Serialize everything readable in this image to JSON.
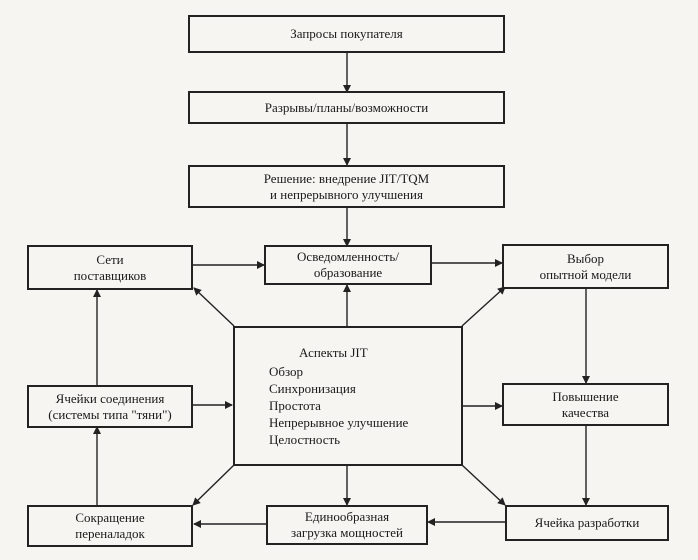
{
  "nodes": {
    "requests": {
      "lines": [
        "Запросы покупателя"
      ]
    },
    "gaps": {
      "lines": [
        "Разрывы/планы/возможности"
      ]
    },
    "decision": {
      "lines": [
        "Решение: внедрение JIT/TQM",
        "и непрерывного улучшения"
      ]
    },
    "suppliers": {
      "lines": [
        "Сети",
        "поставщиков"
      ]
    },
    "awareness": {
      "lines": [
        "Осведомленность/",
        "образование"
      ]
    },
    "pilot": {
      "lines": [
        "Выбор",
        "опытной модели"
      ]
    },
    "cells": {
      "lines": [
        "Ячейки соединения",
        "(системы типа \"тяни\")"
      ]
    },
    "quality": {
      "lines": [
        "Повышение",
        "качества"
      ]
    },
    "setup": {
      "lines": [
        "Сокращение",
        "переналадок"
      ]
    },
    "leveling": {
      "lines": [
        "Единообразная",
        "загрузка мощностей"
      ]
    },
    "devcell": {
      "lines": [
        "Ячейка разработки"
      ]
    }
  },
  "center": {
    "title": "Аспекты JIT",
    "items": [
      "Обзор",
      "Синхронизация",
      "Простота",
      "Непрерывное улучшение",
      "Целостность"
    ]
  }
}
